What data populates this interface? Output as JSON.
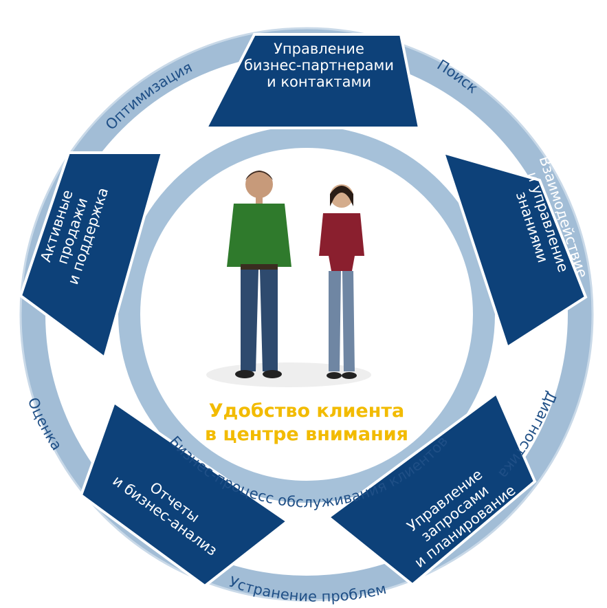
{
  "colors": {
    "outer_ring": "#a2bdd6",
    "inner_ring": "#a6c1d9",
    "segment": "#0d4179",
    "segment_text": "#ffffff",
    "label_text": "#1f4f86",
    "center_title": "#f2bb00"
  },
  "center": {
    "title_line1": "Удобство клиента",
    "title_line2": "в центре внимания",
    "photo": "two-people-photo"
  },
  "inner_ring_label": "Бизнес-процесс обслуживания клиентов",
  "segments": [
    {
      "lines": [
        "Управление",
        "бизнес-партнерами",
        "и контактами"
      ]
    },
    {
      "lines": [
        "Взаимодействие",
        "и управление",
        "знаниями"
      ]
    },
    {
      "lines": [
        "Управление",
        "запросами",
        "и планирование"
      ]
    },
    {
      "lines": [
        "Отчеты",
        "и бизнес-анализ"
      ]
    },
    {
      "lines": [
        "Активные",
        "продажи",
        "и поддержка"
      ]
    }
  ],
  "outer_labels": [
    "Поиск",
    "Диагностика",
    "Устранение проблем",
    "Оценка",
    "Оптимизация"
  ]
}
